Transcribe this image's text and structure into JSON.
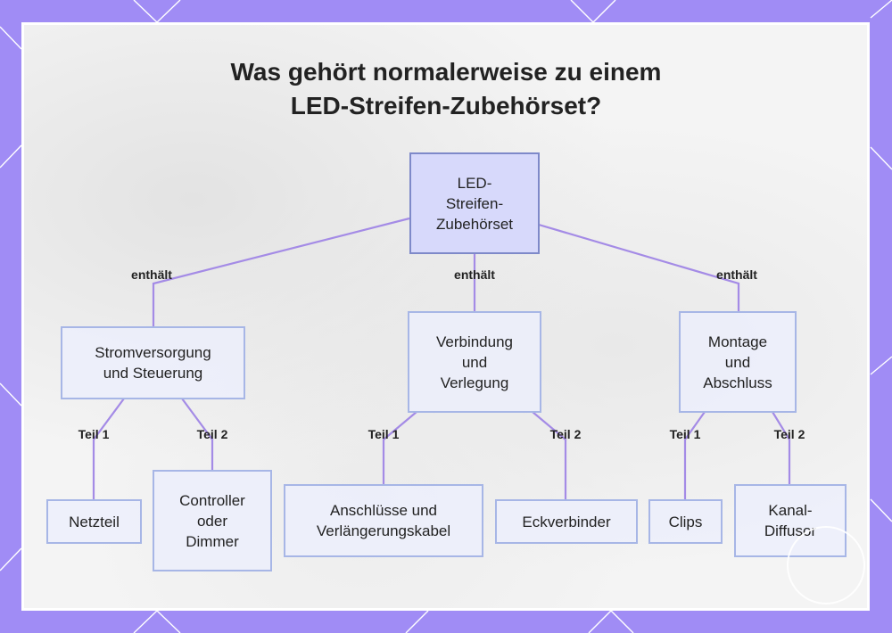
{
  "title_lines": [
    "Was gehört normalerweise zu einem",
    "LED-Streifen-Zubehörset?"
  ],
  "nodes": {
    "root": "LED-\nStreifen-\nZubehörset",
    "power": "Stromversorgung\nund Steuerung",
    "connection": "Verbindung\nund\nVerlegung",
    "mounting": "Montage\nund\nAbschluss",
    "netzteil": "Netzteil",
    "controller": "Controller\noder\nDimmer",
    "anschluesse": "Anschlüsse und\nVerlängerungskabel",
    "eckverbinder": "Eckverbinder",
    "clips": "Clips",
    "diffusor": "Kanal-\nDiffusor"
  },
  "edges": {
    "contains_label": "enthält",
    "part1_label": "Teil 1",
    "part2_label": "Teil 2"
  },
  "colors": {
    "background": "#a08cf5",
    "line": "#a48be6",
    "root_fill": "#d7d9fb",
    "node_border": "#a7b6e6"
  }
}
